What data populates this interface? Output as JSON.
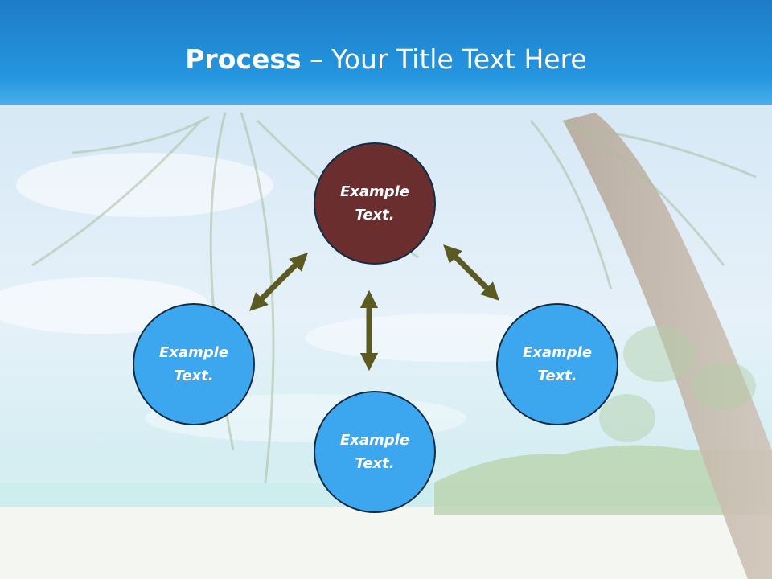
{
  "slide": {
    "title_bold": "Process",
    "title_rest": " – Your Title Text Here"
  },
  "diagram": {
    "nodes": [
      {
        "id": "top",
        "text": "Example\nText.",
        "color": "#6b2e2f"
      },
      {
        "id": "left",
        "text": "Example\nText.",
        "color": "#3ca7ef"
      },
      {
        "id": "right",
        "text": "Example\nText.",
        "color": "#3ca7ef"
      },
      {
        "id": "bottom",
        "text": "Example\nText.",
        "color": "#3ca7ef"
      }
    ],
    "arrow_color": "#5a5a22",
    "background_theme": "tropical beach with palm trees"
  }
}
